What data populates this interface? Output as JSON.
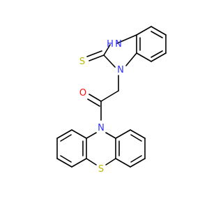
{
  "molecule": {
    "atom_labels": {
      "nh": "H",
      "n_nh": "N",
      "s_thione": "S",
      "n_benz": "N",
      "o_carbonyl": "O",
      "n_pheno": "N",
      "s_pheno": "S"
    },
    "colors": {
      "nitrogen": "#3030ff",
      "sulfur": "#b8b800",
      "oxygen": "#ff0d0d",
      "carbon_bond": "#000000",
      "background": "#ffffff"
    }
  }
}
